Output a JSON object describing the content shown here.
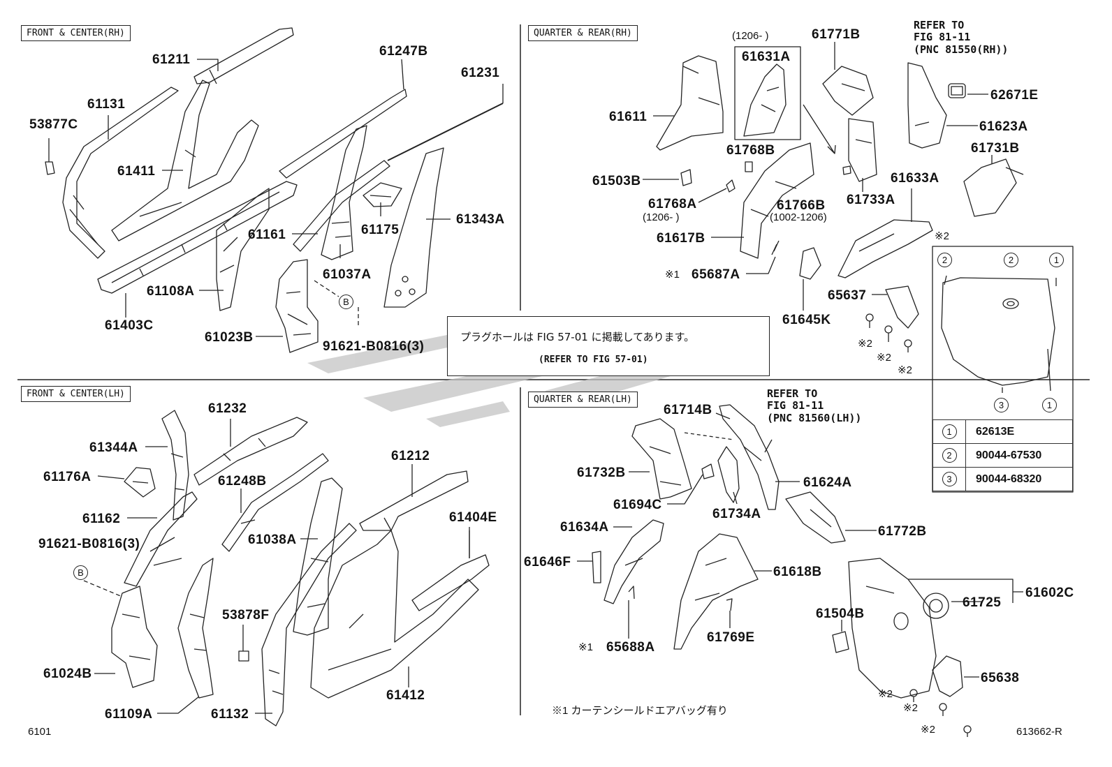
{
  "sections": {
    "front_rh": "FRONT & CENTER(RH)",
    "quarter_rh": "QUARTER & REAR(RH)",
    "front_lh": "FRONT & CENTER(LH)",
    "quarter_lh": "QUARTER & REAR(LH)"
  },
  "labels": {
    "p61211": "61211",
    "p61131": "61131",
    "p53877C": "53877C",
    "p61411": "61411",
    "p61247B": "61247B",
    "p61231": "61231",
    "p61161": "61161",
    "p61175": "61175",
    "p61343A": "61343A",
    "p61037A": "61037A",
    "p61108A": "61108A",
    "p61403C": "61403C",
    "p61023B": "61023B",
    "p91621a": "91621-B0816(3)",
    "p61611": "61611",
    "p61631A": "61631A",
    "p61771B": "61771B",
    "p62671E": "62671E",
    "p61623A": "61623A",
    "p61731B": "61731B",
    "p61768B": "61768B",
    "p61503B": "61503B",
    "p61768A": "61768A",
    "p61766B": "61766B",
    "p61733A": "61733A",
    "p61633A": "61633A",
    "p61617B": "61617B",
    "p65687A": "65687A",
    "p65637": "65637",
    "p61645K": "61645K",
    "p61232": "61232",
    "p61344A": "61344A",
    "p61176A": "61176A",
    "p61248B": "61248B",
    "p61162": "61162",
    "p91621b": "91621-B0816(3)",
    "p61038A": "61038A",
    "p61212": "61212",
    "p61404E": "61404E",
    "p53878F": "53878F",
    "p61024B": "61024B",
    "p61412": "61412",
    "p61109A": "61109A",
    "p61132": "61132",
    "p61714B": "61714B",
    "p61732B": "61732B",
    "p61624A": "61624A",
    "p61694C": "61694C",
    "p61734A": "61734A",
    "p61634A": "61634A",
    "p61772B": "61772B",
    "p61646F": "61646F",
    "p61618B": "61618B",
    "p61602C": "61602C",
    "p61725": "61725",
    "p61504B": "61504B",
    "p61769E": "61769E",
    "p65688A": "65688A",
    "p65638": "65638"
  },
  "date_notes": {
    "d1206a": "(1206-    )",
    "d1206b": "(1206-    )",
    "d1002": "(1002-1206)"
  },
  "markers": {
    "m1": "※1",
    "m1b": "※1",
    "m2": "※2",
    "m2b": "※2",
    "m2c": "※2",
    "m2d": "※2",
    "m2e": "※2",
    "m2f": "※2",
    "m2g": "※2",
    "circle_b": "B",
    "circle_b2": "B"
  },
  "refer_rh": [
    "REFER TO",
    "FIG 81-11",
    "(PNC 81550(RH))"
  ],
  "refer_lh": [
    "REFER TO",
    "FIG 81-11",
    "(PNC 81560(LH))"
  ],
  "note_box": {
    "line1": "プラグホールは FIG 57-01 に掲載してあります。",
    "line2": "(REFER TO FIG 57-01)"
  },
  "legend": {
    "header_marks": [
      "2",
      "2",
      "1",
      "3",
      "1"
    ],
    "rows": [
      {
        "num": "1",
        "part": "62613E"
      },
      {
        "num": "2",
        "part": "90044-67530"
      },
      {
        "num": "3",
        "part": "90044-68320"
      }
    ]
  },
  "footer": {
    "airbag_note": "※1 カーテンシールドエアバッグ有り",
    "page_id": "6101",
    "diagram_id": "613662-R"
  },
  "colors": {
    "line": "#222222",
    "watermark": "#bdbdbd"
  }
}
